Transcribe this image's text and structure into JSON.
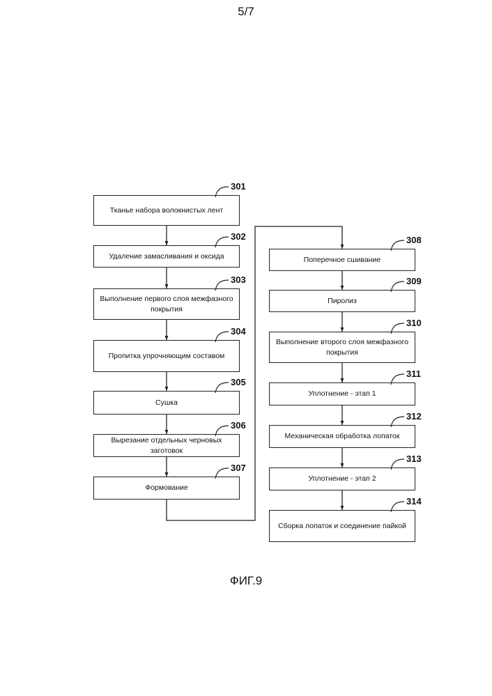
{
  "page_number": "5/7",
  "figure_label": "ФИГ.9",
  "steps": [
    {
      "id": "301",
      "text": "Тканье набора волокнистых лент"
    },
    {
      "id": "302",
      "text": "Удаление замасливания и оксида"
    },
    {
      "id": "303",
      "text": "Выполнение первого слоя межфазного покрытия"
    },
    {
      "id": "304",
      "text": "Пропитка упрочняющим составом"
    },
    {
      "id": "305",
      "text": "Сушка"
    },
    {
      "id": "306",
      "text": "Вырезание отдельных черновых заготовок"
    },
    {
      "id": "307",
      "text": "Формование"
    },
    {
      "id": "308",
      "text": "Поперечное сшивание"
    },
    {
      "id": "309",
      "text": "Пиролиз"
    },
    {
      "id": "310",
      "text": "Выполнение второго слоя межфазного покрытия"
    },
    {
      "id": "311",
      "text": "Уплотнение - этап 1"
    },
    {
      "id": "312",
      "text": "Механическая обработка лопаток"
    },
    {
      "id": "313",
      "text": "Уплотнение - этап 2"
    },
    {
      "id": "314",
      "text": "Сборка лопаток и соединение пайкой"
    }
  ]
}
